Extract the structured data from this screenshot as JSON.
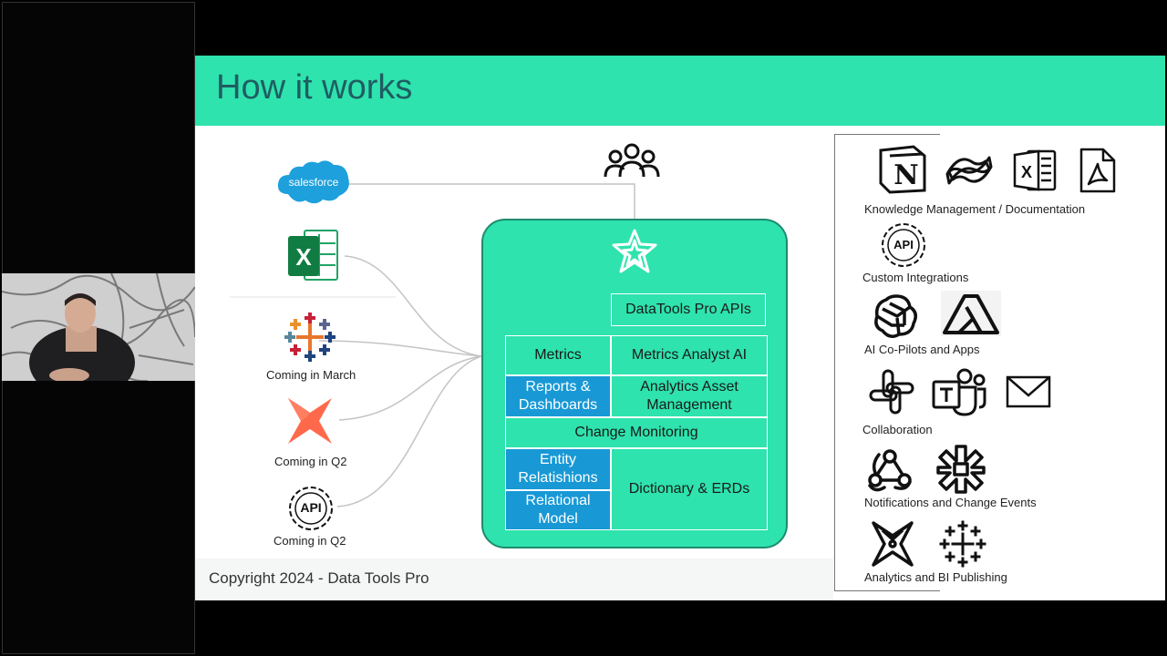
{
  "slide": {
    "title": "How it works",
    "copyright": "Copyright 2024 - Data Tools Pro"
  },
  "sources": [
    {
      "name": "salesforce",
      "caption": ""
    },
    {
      "name": "excel",
      "caption": ""
    },
    {
      "name": "tableau",
      "caption": "Coming in March"
    },
    {
      "name": "dbt",
      "caption": "Coming in Q2"
    },
    {
      "name": "api",
      "caption": "Coming in Q2"
    }
  ],
  "salesforce_logo_text": "salesforce",
  "api_badge_text": "API",
  "core": {
    "apis": "DataTools Pro APIs",
    "metrics": "Metrics",
    "metrics_ai": "Metrics Analyst AI",
    "reports_line1": "Reports &",
    "reports_line2": "Dashboards",
    "asset_line1": "Analytics Asset",
    "asset_line2": "Management",
    "change_monitoring": "Change Monitoring",
    "entity_line1": "Entity",
    "entity_line2": "Relatishions",
    "relational_line1": "Relational",
    "relational_line2": "Model",
    "dictionary": "Dictionary & ERDs"
  },
  "integrations": [
    {
      "caption": "Knowledge Management / Documentation",
      "icons": [
        "notion-icon",
        "confluence-icon",
        "excel-icon",
        "pdf-icon"
      ]
    },
    {
      "caption": "Custom Integrations",
      "icons": [
        "api-gear-icon"
      ]
    },
    {
      "caption": "AI Co-Pilots and Apps",
      "icons": [
        "openai-icon",
        "azure-icon"
      ]
    },
    {
      "caption": "Collaboration",
      "icons": [
        "slack-icon",
        "teams-icon",
        "mail-icon"
      ]
    },
    {
      "caption": "Notifications and Change Events",
      "icons": [
        "webhook-icon",
        "zapier-icon"
      ]
    },
    {
      "caption": "Analytics and BI Publishing",
      "icons": [
        "dbt-icon",
        "tableau-icon"
      ]
    }
  ],
  "colors": {
    "header": "#2ee3ad",
    "core": "#2ee3ad",
    "blue_cell": "#1899d6",
    "title_text": "#1f5d62"
  }
}
